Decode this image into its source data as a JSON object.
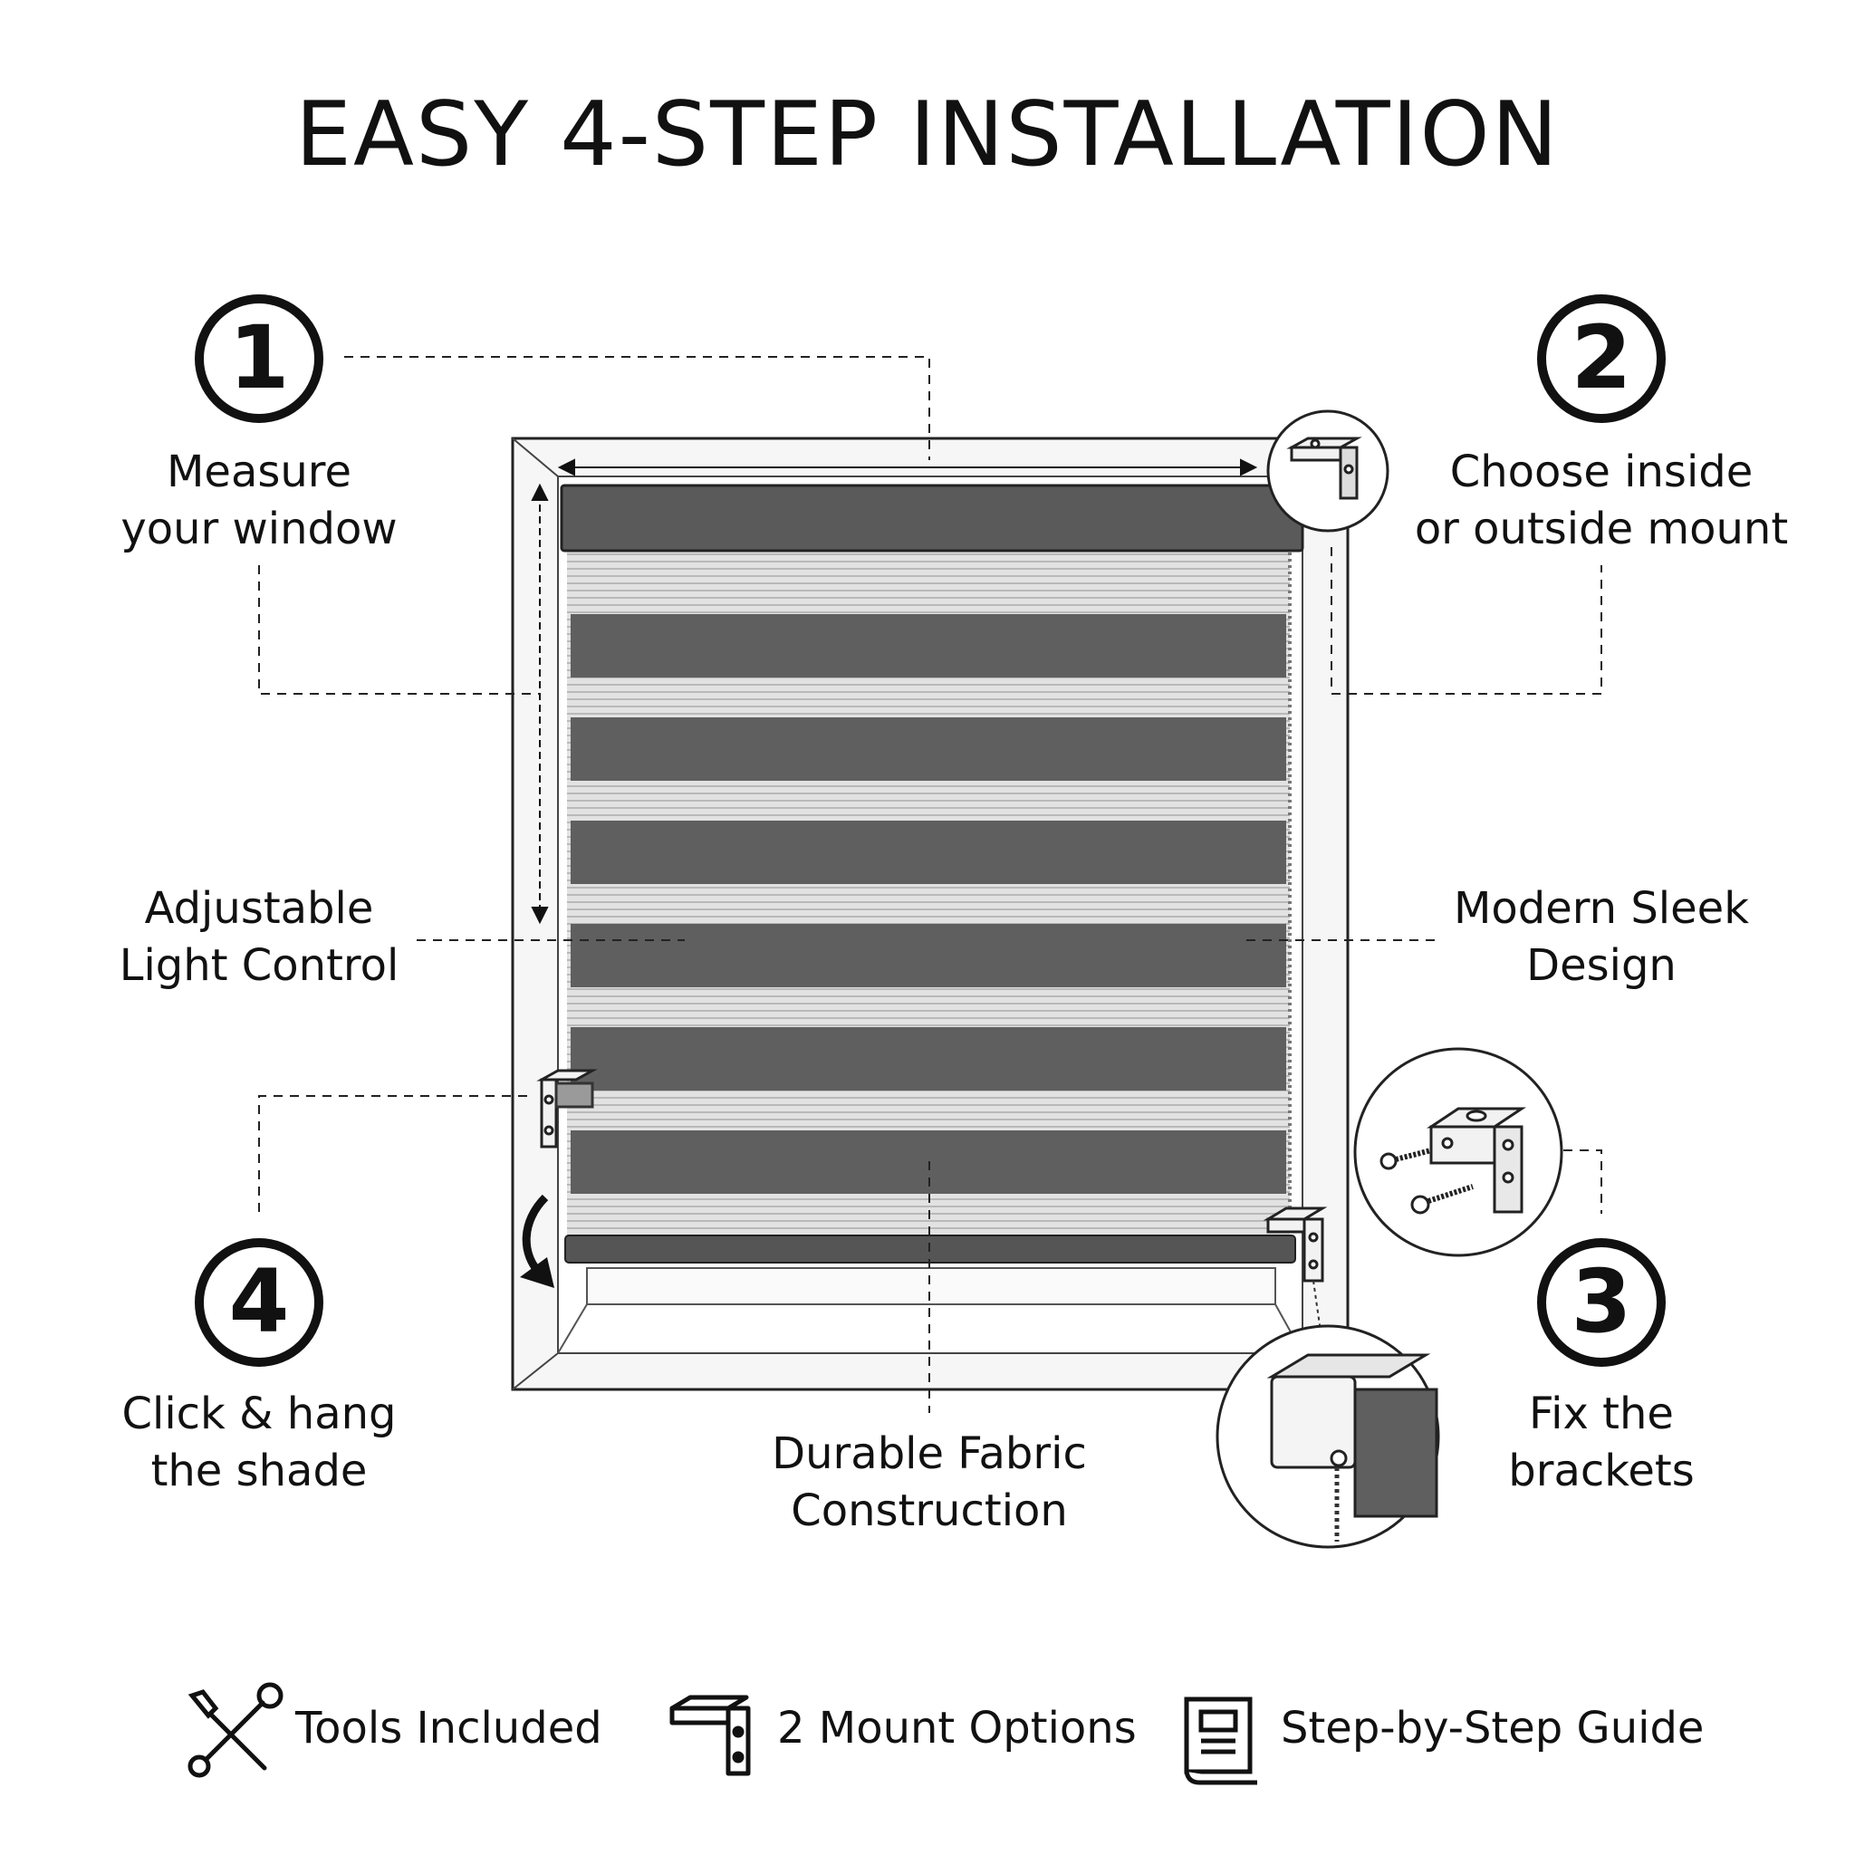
{
  "title": "EASY 4-STEP INSTALLATION",
  "steps": [
    {
      "number": "1",
      "line1": "Measure",
      "line2": "your window"
    },
    {
      "number": "2",
      "line1": "Choose inside",
      "line2": "or outside mount"
    },
    {
      "number": "3",
      "line1": "Fix the",
      "line2": "brackets"
    },
    {
      "number": "4",
      "line1": "Click & hang",
      "line2": "the shade"
    }
  ],
  "callouts": {
    "light": {
      "line1": "Adjustable",
      "line2": "Light Control"
    },
    "design": {
      "line1": "Modern Sleek",
      "line2": "Design"
    },
    "fabric": {
      "line1": "Durable Fabric",
      "line2": "Construction"
    }
  },
  "features": [
    {
      "icon": "tools-icon",
      "label": "Tools Included"
    },
    {
      "icon": "bracket-icon",
      "label": "2 Mount Options"
    },
    {
      "icon": "guide-book-icon",
      "label": "Step-by-Step Guide"
    }
  ],
  "colors": {
    "ink": "#111111",
    "fabric_dark": "#5f5f5f",
    "fabric_sheer": "#d4d4d4",
    "frame": "#f4f4f4"
  }
}
